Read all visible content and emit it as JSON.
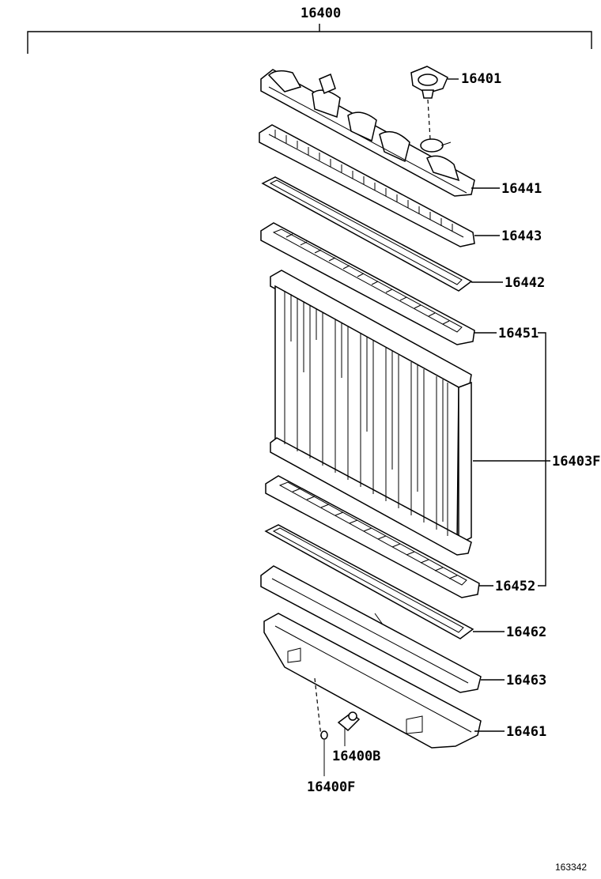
{
  "assembly": {
    "number": "16400"
  },
  "parts": [
    {
      "id": "16401"
    },
    {
      "id": "16441"
    },
    {
      "id": "16443"
    },
    {
      "id": "16442"
    },
    {
      "id": "16451"
    },
    {
      "id": "16403F"
    },
    {
      "id": "16452"
    },
    {
      "id": "16462"
    },
    {
      "id": "16463"
    },
    {
      "id": "16461"
    },
    {
      "id": "16400B"
    },
    {
      "id": "16400F"
    }
  ],
  "reference_number": "163342"
}
